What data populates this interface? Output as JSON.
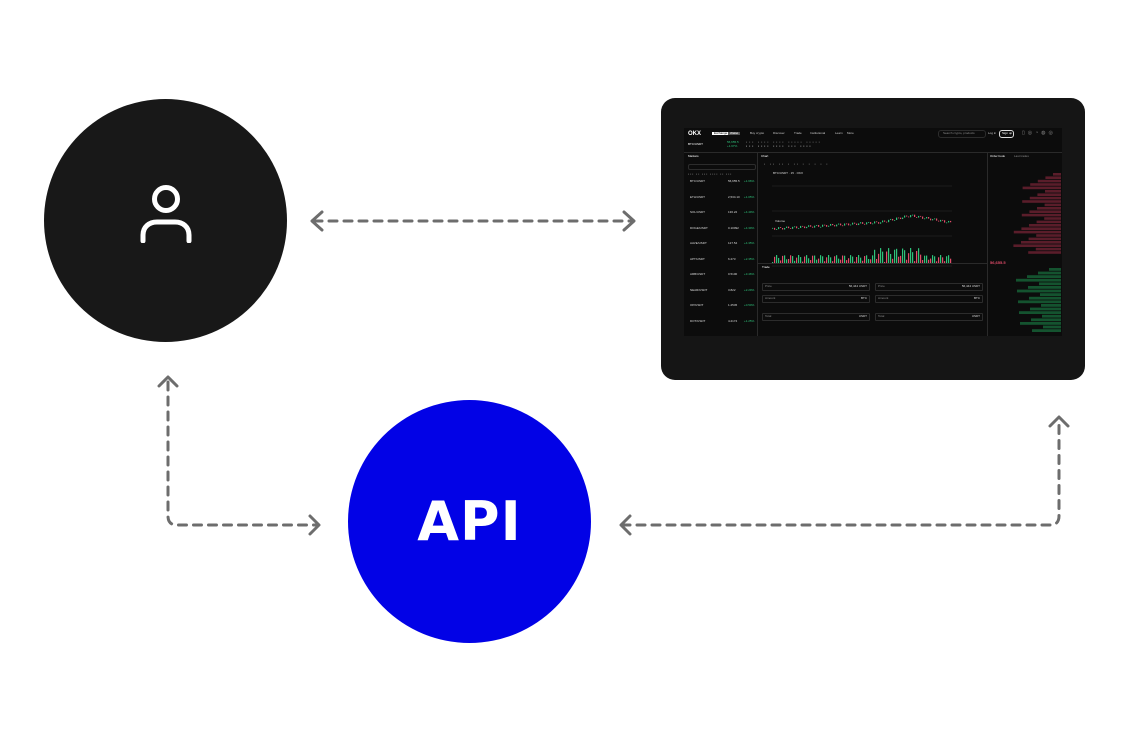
{
  "api_label": "API",
  "user_node": {
    "icon": "user-icon",
    "color": "#181818"
  },
  "api_node": {
    "color": "#0202e6"
  },
  "connector_color": "#6d6d6d",
  "exchange": {
    "logo": "OKX",
    "nav": [
      "Exchange",
      "Wallet",
      "Buy crypto",
      "Discover",
      "Trade",
      "Institutional",
      "Learn",
      "More"
    ],
    "search_placeholder": "Search crypto, products",
    "login": "Log in",
    "signup": "Sign up",
    "pair": "BTC/USDT",
    "last_price": "56,655.5",
    "change": "+1.67%",
    "chart_tab": "Chart",
    "chart_title": "BTC/USDT · 15 · OKX",
    "orderbook_title": "Order book",
    "last_trades": "Last trades",
    "markets_title": "Markets",
    "volume_label": "Volume",
    "trade_title": "Trade",
    "price_label": "Price",
    "amount_label": "Amount",
    "total_label": "Total",
    "price_unit": "56,444 USDT",
    "amount_unit": "BTC",
    "total_unit": "USDT",
    "mid_price": "56,655.5",
    "markets": [
      {
        "pair": "BTC/USDT",
        "price": "56,655.5",
        "change": "+1.66%"
      },
      {
        "pair": "ETH/USDT",
        "price": "2,534.10",
        "change": "+1.05%"
      },
      {
        "pair": "SOL/USDT",
        "price": "136.22",
        "change": "+4.49%"
      },
      {
        "pair": "DOGE/USDT",
        "price": "0.10092",
        "change": "+4.39%"
      },
      {
        "pair": "AAVE/USDT",
        "price": "127.54",
        "change": "+4.35%"
      },
      {
        "pair": "APT/USDT",
        "price": "6.273",
        "change": "+2.35%"
      },
      {
        "pair": "ARB/USDT",
        "price": "0.5100",
        "change": "+3.46%"
      },
      {
        "pair": "NEAR/USDT",
        "price": "3.822",
        "change": "+2.29%"
      },
      {
        "pair": "OP/USDT",
        "price": "1.2545",
        "change": "+0.50%"
      },
      {
        "pair": "DOT/USDT",
        "price": "4.2174",
        "change": "+1.25%"
      }
    ]
  }
}
